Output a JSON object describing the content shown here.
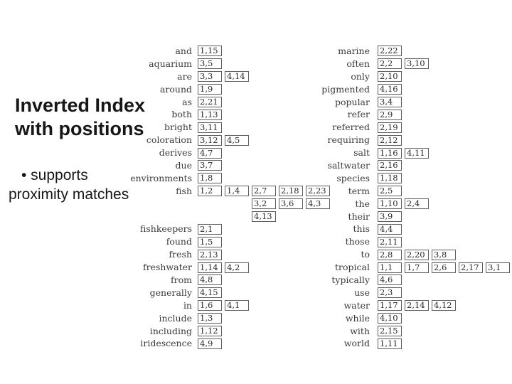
{
  "slide": {
    "title_lines": [
      "Inverted Index",
      "with positions"
    ],
    "bullet_lines": [
      "• supports",
      "proximity matches"
    ]
  },
  "colors": {
    "text": "#171717",
    "term": "#3a3a3a",
    "posting": "#2a2a2a",
    "box_border": "#5f5f5f",
    "background": "#ffffff"
  },
  "index": {
    "posting_format": "doc,position",
    "left_column": [
      {
        "term": "and",
        "rows": [
          [
            "1,15"
          ]
        ]
      },
      {
        "term": "aquarium",
        "rows": [
          [
            "3,5"
          ]
        ]
      },
      {
        "term": "are",
        "rows": [
          [
            "3,3",
            "4,14"
          ]
        ]
      },
      {
        "term": "around",
        "rows": [
          [
            "1,9"
          ]
        ]
      },
      {
        "term": "as",
        "rows": [
          [
            "2,21"
          ]
        ]
      },
      {
        "term": "both",
        "rows": [
          [
            "1,13"
          ]
        ]
      },
      {
        "term": "bright",
        "rows": [
          [
            "3,11"
          ]
        ]
      },
      {
        "term": "coloration",
        "rows": [
          [
            "3,12",
            "4,5"
          ]
        ]
      },
      {
        "term": "derives",
        "rows": [
          [
            "4,7"
          ]
        ]
      },
      {
        "term": "due",
        "rows": [
          [
            "3,7"
          ]
        ]
      },
      {
        "term": "environments",
        "rows": [
          [
            "1,8"
          ]
        ]
      },
      {
        "term": "fish",
        "rows": [
          [
            "1,2",
            "1,4",
            "2,7",
            "2,18",
            "2,23"
          ],
          [
            "",
            "",
            "3,2",
            "3,6",
            "4,3"
          ],
          [
            "",
            "",
            "4,13"
          ]
        ]
      },
      {
        "term": "fishkeepers",
        "rows": [
          [
            "2,1"
          ]
        ]
      },
      {
        "term": "found",
        "rows": [
          [
            "1,5"
          ]
        ]
      },
      {
        "term": "fresh",
        "rows": [
          [
            "2,13"
          ]
        ]
      },
      {
        "term": "freshwater",
        "rows": [
          [
            "1,14",
            "4,2"
          ]
        ]
      },
      {
        "term": "from",
        "rows": [
          [
            "4,8"
          ]
        ]
      },
      {
        "term": "generally",
        "rows": [
          [
            "4,15"
          ]
        ]
      },
      {
        "term": "in",
        "rows": [
          [
            "1,6",
            "4,1"
          ]
        ]
      },
      {
        "term": "include",
        "rows": [
          [
            "1,3"
          ]
        ]
      },
      {
        "term": "including",
        "rows": [
          [
            "1,12"
          ]
        ]
      },
      {
        "term": "iridescence",
        "rows": [
          [
            "4,9"
          ]
        ]
      }
    ],
    "right_column": [
      {
        "term": "marine",
        "rows": [
          [
            "2,22"
          ]
        ]
      },
      {
        "term": "often",
        "rows": [
          [
            "2,2",
            "3,10"
          ]
        ]
      },
      {
        "term": "only",
        "rows": [
          [
            "2,10"
          ]
        ]
      },
      {
        "term": "pigmented",
        "rows": [
          [
            "4,16"
          ]
        ]
      },
      {
        "term": "popular",
        "rows": [
          [
            "3,4"
          ]
        ]
      },
      {
        "term": "refer",
        "rows": [
          [
            "2,9"
          ]
        ]
      },
      {
        "term": "referred",
        "rows": [
          [
            "2,19"
          ]
        ]
      },
      {
        "term": "requiring",
        "rows": [
          [
            "2,12"
          ]
        ]
      },
      {
        "term": "salt",
        "rows": [
          [
            "1,16",
            "4,11"
          ]
        ]
      },
      {
        "term": "saltwater",
        "rows": [
          [
            "2,16"
          ]
        ]
      },
      {
        "term": "species",
        "rows": [
          [
            "1,18"
          ]
        ]
      },
      {
        "term": "term",
        "rows": [
          [
            "2,5"
          ]
        ]
      },
      {
        "term": "the",
        "rows": [
          [
            "1,10",
            "2,4"
          ]
        ]
      },
      {
        "term": "their",
        "rows": [
          [
            "3,9"
          ]
        ]
      },
      {
        "term": "this",
        "rows": [
          [
            "4,4"
          ]
        ]
      },
      {
        "term": "those",
        "rows": [
          [
            "2,11"
          ]
        ]
      },
      {
        "term": "to",
        "rows": [
          [
            "2,8",
            "2,20",
            "3,8"
          ]
        ]
      },
      {
        "term": "tropical",
        "rows": [
          [
            "1,1",
            "1,7",
            "2,6",
            "2,17",
            "3,1"
          ]
        ]
      },
      {
        "term": "typically",
        "rows": [
          [
            "4,6"
          ]
        ]
      },
      {
        "term": "use",
        "rows": [
          [
            "2,3"
          ]
        ]
      },
      {
        "term": "water",
        "rows": [
          [
            "1,17",
            "2,14",
            "4,12"
          ]
        ]
      },
      {
        "term": "while",
        "rows": [
          [
            "4,10"
          ]
        ]
      },
      {
        "term": "with",
        "rows": [
          [
            "2,15"
          ]
        ]
      },
      {
        "term": "world",
        "rows": [
          [
            "1,11"
          ]
        ]
      }
    ]
  }
}
